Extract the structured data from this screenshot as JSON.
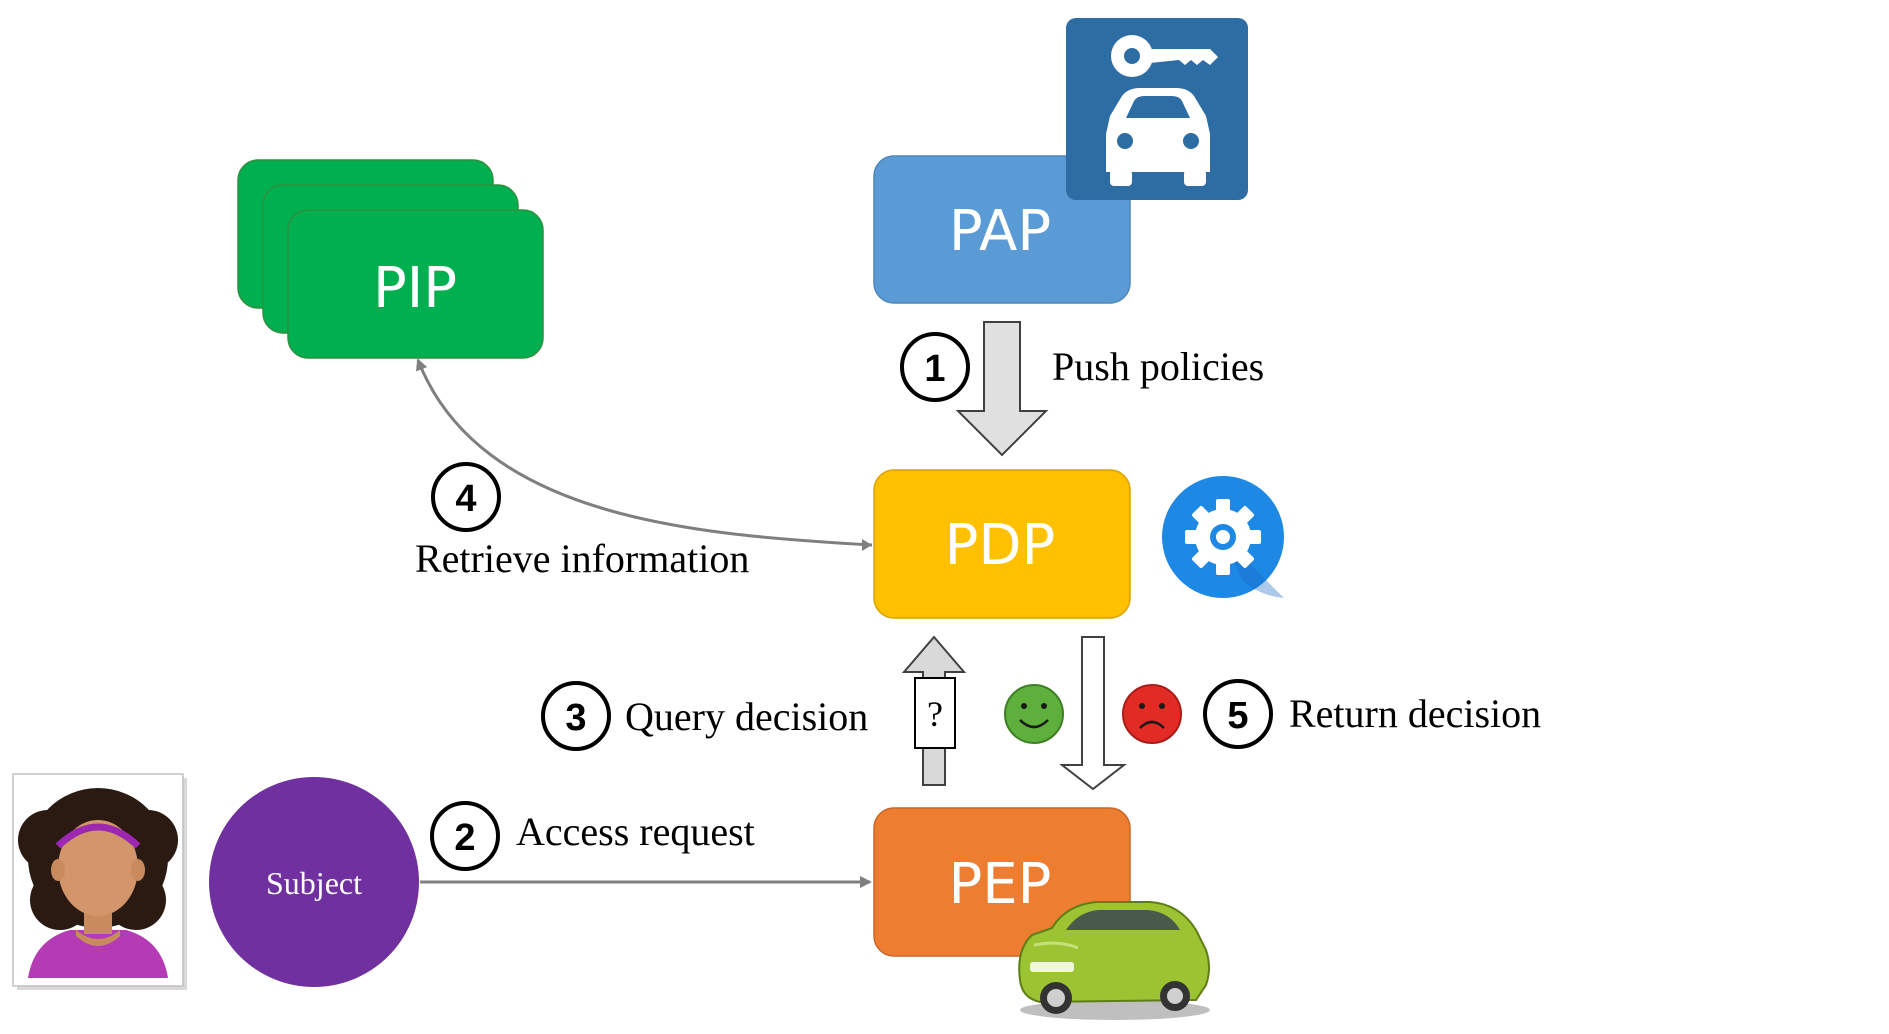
{
  "diagram": {
    "nodes": {
      "pip": {
        "label": "PIP",
        "color": "#00B050"
      },
      "pap": {
        "label": "PAP",
        "color": "#5B9BD5"
      },
      "pdp": {
        "label": "PDP",
        "color": "#FFC000"
      },
      "pep": {
        "label": "PEP",
        "color": "#ED7D31"
      },
      "subject": {
        "label": "Subject",
        "color": "#7030A0"
      }
    },
    "steps": [
      {
        "number": "1",
        "label": "Push policies"
      },
      {
        "number": "2",
        "label": "Access request"
      },
      {
        "number": "3",
        "label": "Query decision"
      },
      {
        "number": "4",
        "label": "Retrieve information"
      },
      {
        "number": "5",
        "label": "Return decision"
      }
    ],
    "icons": {
      "policy_admin": "car-key-icon",
      "decision_engine": "gear-icon",
      "query": "question-mark-icon",
      "permit": "happy-face-icon",
      "deny": "sad-face-icon",
      "enforcement_vehicle": "green-car-icon",
      "user": "person-avatar-icon"
    },
    "colors": {
      "arrow_gray": "#7F7F7F",
      "key_tile": "#2E6DA4",
      "gear_bg": "#1E88E5",
      "happy": "#5EAF3C",
      "sad": "#E32B25"
    }
  }
}
